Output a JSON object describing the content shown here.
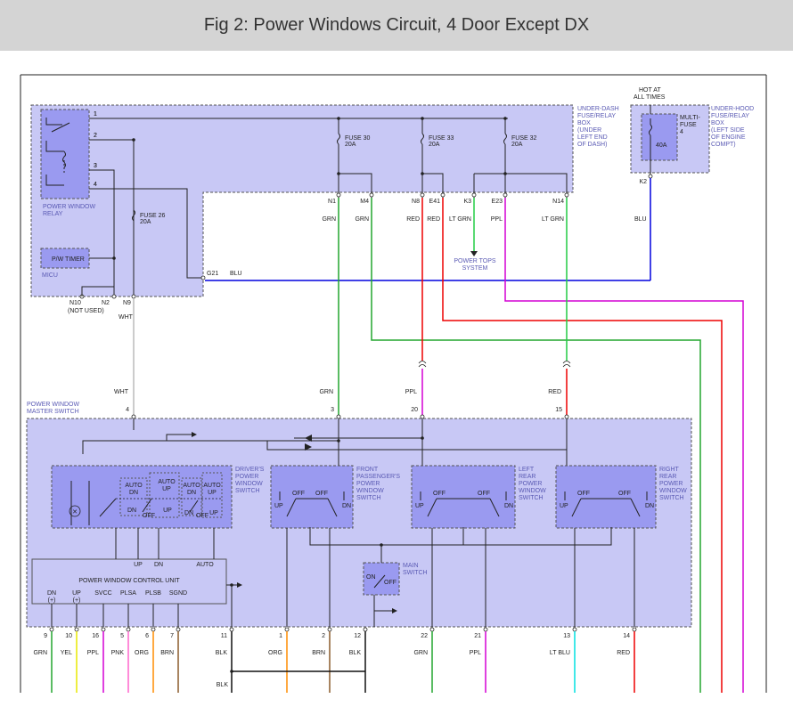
{
  "title": "Fig 2: Power Windows Circuit, 4 Door Except DX",
  "underdash": {
    "box_label": [
      "UNDER-DASH",
      "FUSE/RELAY",
      "BOX",
      "(UNDER",
      "LEFT END",
      "OF DASH)"
    ],
    "relay_label": [
      "POWER WINDOW",
      "RELAY"
    ],
    "micu_label": "MICU",
    "pw_timer": "P/W TIMER",
    "relay_pins": [
      "1",
      "2",
      "3",
      "4"
    ],
    "fuses": [
      {
        "name": "FUSE 30",
        "rating": "20A"
      },
      {
        "name": "FUSE 33",
        "rating": "20A"
      },
      {
        "name": "FUSE 32",
        "rating": "20A"
      },
      {
        "name": "FUSE 26",
        "rating": "20A"
      }
    ],
    "connectors": [
      {
        "pin": "N1",
        "wire": "GRN"
      },
      {
        "pin": "M4",
        "wire": "GRN"
      },
      {
        "pin": "N8",
        "wire": "RED"
      },
      {
        "pin": "E41",
        "wire": "RED"
      },
      {
        "pin": "K3",
        "wire": "LT GRN"
      },
      {
        "pin": "E23",
        "wire": "PPL"
      },
      {
        "pin": "N14",
        "wire": "LT GRN"
      }
    ],
    "g21": "G21",
    "g21_wire": "BLU",
    "n10": "N10",
    "n10_note": "(NOT USED)",
    "n2": "N2",
    "n9": "N9",
    "n9_wire": "WHT",
    "power_tops": [
      "POWER TOPS",
      "SYSTEM"
    ]
  },
  "underhood": {
    "hot_label": [
      "HOT AT",
      "ALL TIMES"
    ],
    "box_label": [
      "UNDER-HOOD",
      "FUSE/RELAY",
      "BOX",
      "(LEFT SIDE",
      "OF ENGINE",
      "COMPT)"
    ],
    "fuse_label": [
      "MULTI-",
      "FUSE",
      "4"
    ],
    "fuse_rating": "40A",
    "pin": "K2",
    "wire": "BLU"
  },
  "master": {
    "label": [
      "POWER WINDOW",
      "MASTER SWITCH"
    ],
    "inputs": [
      {
        "wire": "WHT",
        "pin": "4"
      },
      {
        "wire": "GRN",
        "pin": "3"
      },
      {
        "wire": "PPL",
        "pin": "20"
      },
      {
        "wire": "RED",
        "pin": "15"
      }
    ],
    "drivers_switch": [
      "DRIVER'S",
      "POWER",
      "WINDOW",
      "SWITCH"
    ],
    "front_pass_switch": [
      "FRONT",
      "PASSENGER'S",
      "POWER",
      "WINDOW",
      "SWITCH"
    ],
    "left_rear_switch": [
      "LEFT",
      "REAR",
      "POWER",
      "WINDOW",
      "SWITCH"
    ],
    "right_rear_switch": [
      "RIGHT",
      "REAR",
      "POWER",
      "WINDOW",
      "SWITCH"
    ],
    "main_switch": [
      "MAIN",
      "SWITCH"
    ],
    "driver_pos": {
      "auto": "AUTO",
      "dn": "DN",
      "up": "UP",
      "off": "OFF"
    },
    "sw_off": "OFF",
    "sw_up": "UP",
    "sw_dn": "DN",
    "sw_on": "ON",
    "pwcu": "POWER WINDOW CONTROL UNIT",
    "pwcu_top": [
      "UP",
      "DN",
      "AUTO"
    ],
    "pwcu_bottom": [
      {
        "name": "DN",
        "sub": "(+)"
      },
      {
        "name": "UP",
        "sub": "(+)"
      },
      {
        "name": "SVCC",
        "sub": ""
      },
      {
        "name": "PLSA",
        "sub": ""
      },
      {
        "name": "PLSB",
        "sub": ""
      },
      {
        "name": "SGND",
        "sub": ""
      }
    ],
    "outputs": [
      {
        "pin": "9",
        "wire": "GRN",
        "color": "#22a52f"
      },
      {
        "pin": "10",
        "wire": "YEL",
        "color": "#e8e800"
      },
      {
        "pin": "16",
        "wire": "PPL",
        "color": "#d400d4"
      },
      {
        "pin": "5",
        "wire": "PNK",
        "color": "#ff66cc"
      },
      {
        "pin": "6",
        "wire": "ORG",
        "color": "#ff8c00"
      },
      {
        "pin": "7",
        "wire": "BRN",
        "color": "#8b5a2b"
      },
      {
        "pin": "11",
        "wire": "BLK",
        "color": "#111111"
      },
      {
        "pin": "1",
        "wire": "ORG",
        "color": "#ff8c00"
      },
      {
        "pin": "2",
        "wire": "BRN",
        "color": "#8b5a2b"
      },
      {
        "pin": "12",
        "wire": "BLK",
        "color": "#111111"
      },
      {
        "pin": "22",
        "wire": "GRN",
        "color": "#22a52f"
      },
      {
        "pin": "21",
        "wire": "PPL",
        "color": "#d400d4"
      },
      {
        "pin": "13",
        "wire": "LT BLU",
        "color": "#00e0e0"
      },
      {
        "pin": "14",
        "wire": "RED",
        "color": "#ee0000"
      }
    ],
    "blk_bottom": "BLK"
  },
  "colors": {
    "box_fill": "#c8c8f5",
    "inner_fill": "#9a9af0",
    "red": "#ee0000",
    "green": "#22a52f",
    "ltgreen": "#22cc44",
    "blue": "#0000dd",
    "purple": "#d400d4"
  }
}
